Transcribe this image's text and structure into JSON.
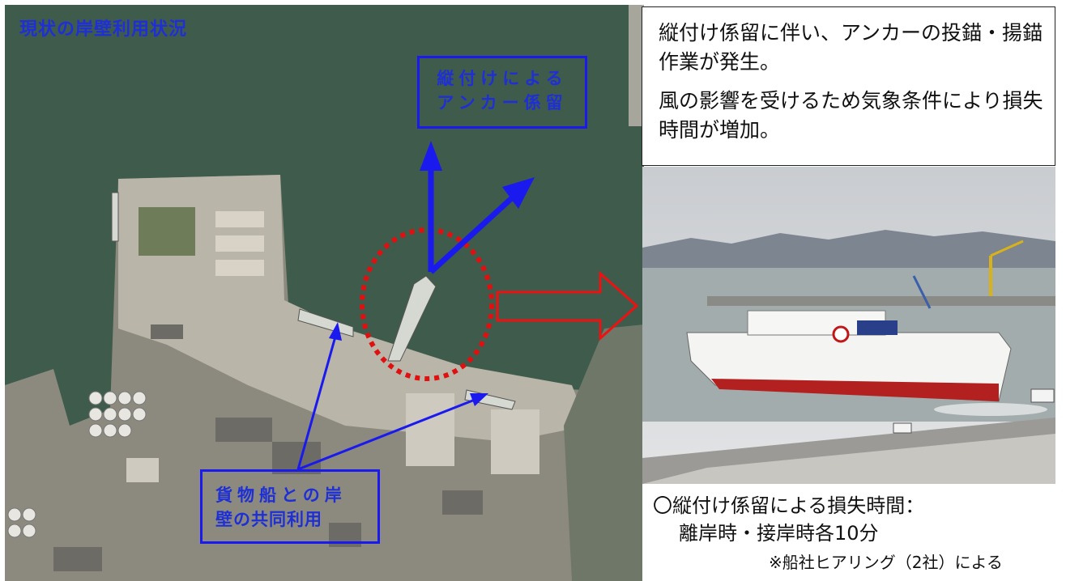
{
  "aerial": {
    "title": "現状の岸壁利用状況",
    "callout_anchor": [
      "縦付けによる",
      "アンカー係留"
    ],
    "callout_shared": [
      "貨物船との岸",
      "壁の共同利用"
    ]
  },
  "description": {
    "paragraph1": "縦付け係留に伴い、アンカーの投錨・揚錨作業が発生。",
    "paragraph2": "風の影響を受けるため気象条件により損失時間が増加。"
  },
  "note": {
    "line1": "〇縦付け係留による損失時間：",
    "line2": "離岸時・接岸時各10分",
    "line3": "※船社ヒアリング（2社）による"
  },
  "colors": {
    "callout_blue": "#1a1aee",
    "title_blue": "#1f2fd6",
    "circle_red": "#e01010",
    "arrow_red": "#ee1111",
    "sea": "#3d5a4a"
  }
}
